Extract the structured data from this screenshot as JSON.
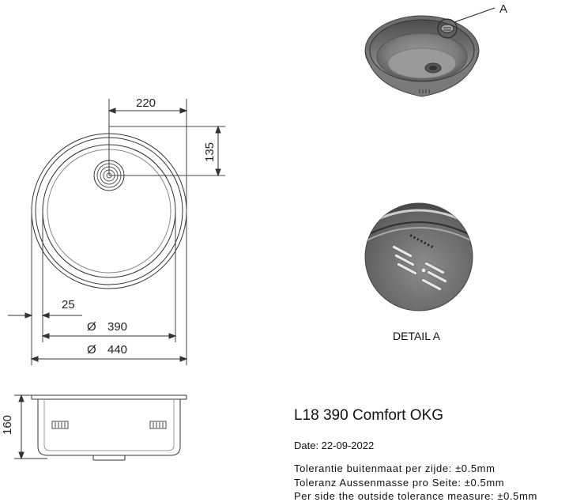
{
  "dimensions": {
    "width_220": "220",
    "depth_135": "135",
    "rim_25": "25",
    "bowl_390": "390",
    "outer_440": "440",
    "height_160": "160",
    "diameter_symbol": "Ø"
  },
  "callout_label": "A",
  "detail_label": "DETAIL A",
  "detail_letter": "A",
  "product": {
    "title": "L18 390 Comfort OKG",
    "date": "Date: 22-09-2022",
    "tolerance_nl": "Tolerantie buitenmaat per zijde: ±0.5mm",
    "tolerance_de": "Toleranz Aussenmasse pro Seite: ±0.5mm",
    "tolerance_en": "Per side the outside tolerance measure: ±0.5mm"
  },
  "colors": {
    "line": "#333333",
    "steel_dark": "#5a5a5a",
    "steel_mid": "#8a8a8a",
    "steel_light": "#c9c9c9"
  }
}
